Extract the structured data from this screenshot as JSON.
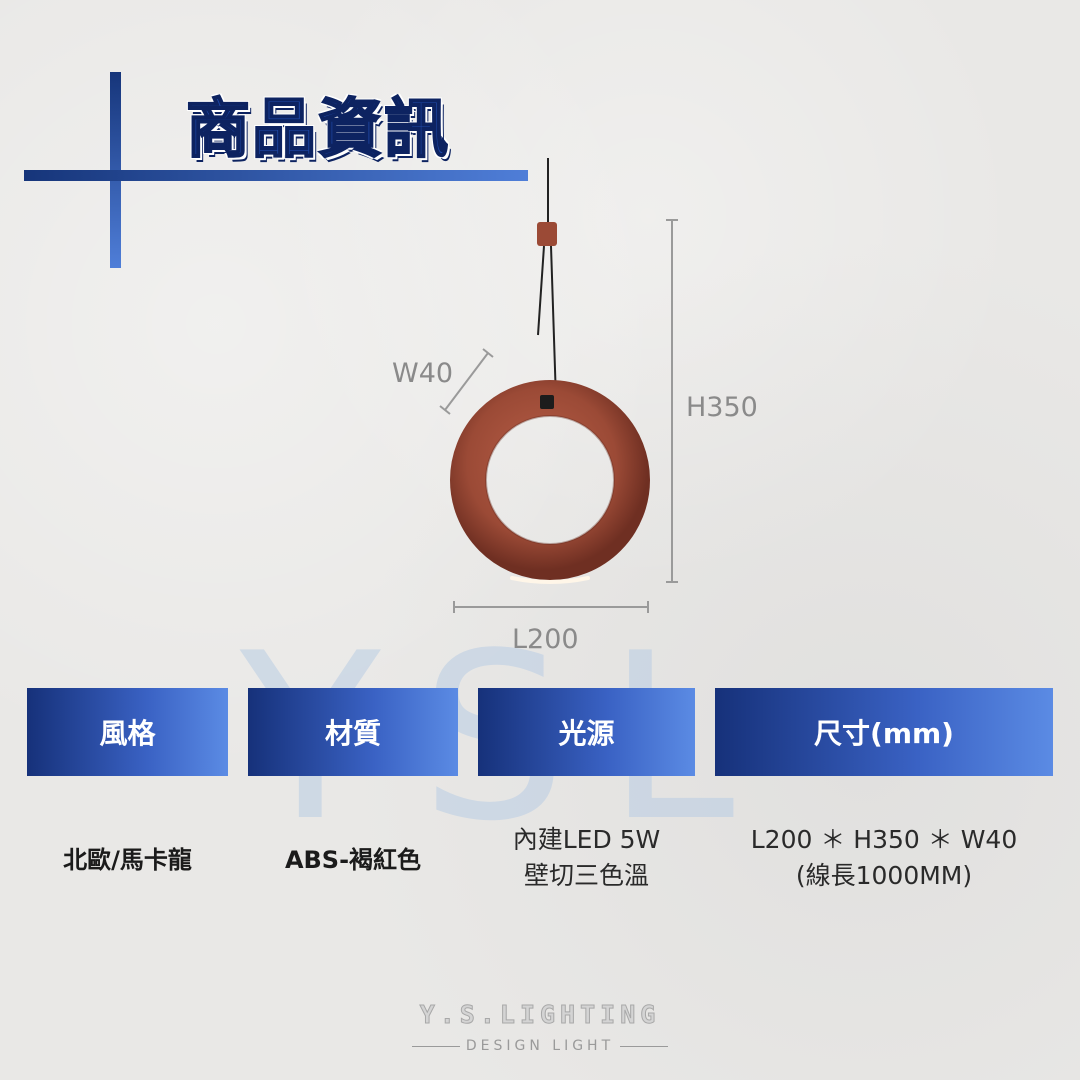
{
  "title": "商品資訊",
  "watermark": "YSL",
  "dimensions": {
    "width_label": "W40",
    "height_label": "H350",
    "length_label": "L200"
  },
  "specs": [
    {
      "header": "風格",
      "value_lines": [
        "北歐/馬卡龍"
      ]
    },
    {
      "header": "材質",
      "value_lines": [
        "ABS-褐紅色"
      ]
    },
    {
      "header": "光源",
      "value_lines": [
        "內建LED 5W",
        "壁切三色溫"
      ]
    },
    {
      "header": "尺寸(mm)",
      "value_lines": [
        "L200 ＊ H350 ＊ W40",
        "(線長1000MM)"
      ]
    }
  ],
  "brand": {
    "name": "Y.S.LIGHTING",
    "tagline": "DESIGN LIGHT"
  },
  "colors": {
    "accent_dark": "#16317a",
    "accent_light": "#5b8be4",
    "product": "#9b4a36",
    "background": "#e9e8e6"
  }
}
